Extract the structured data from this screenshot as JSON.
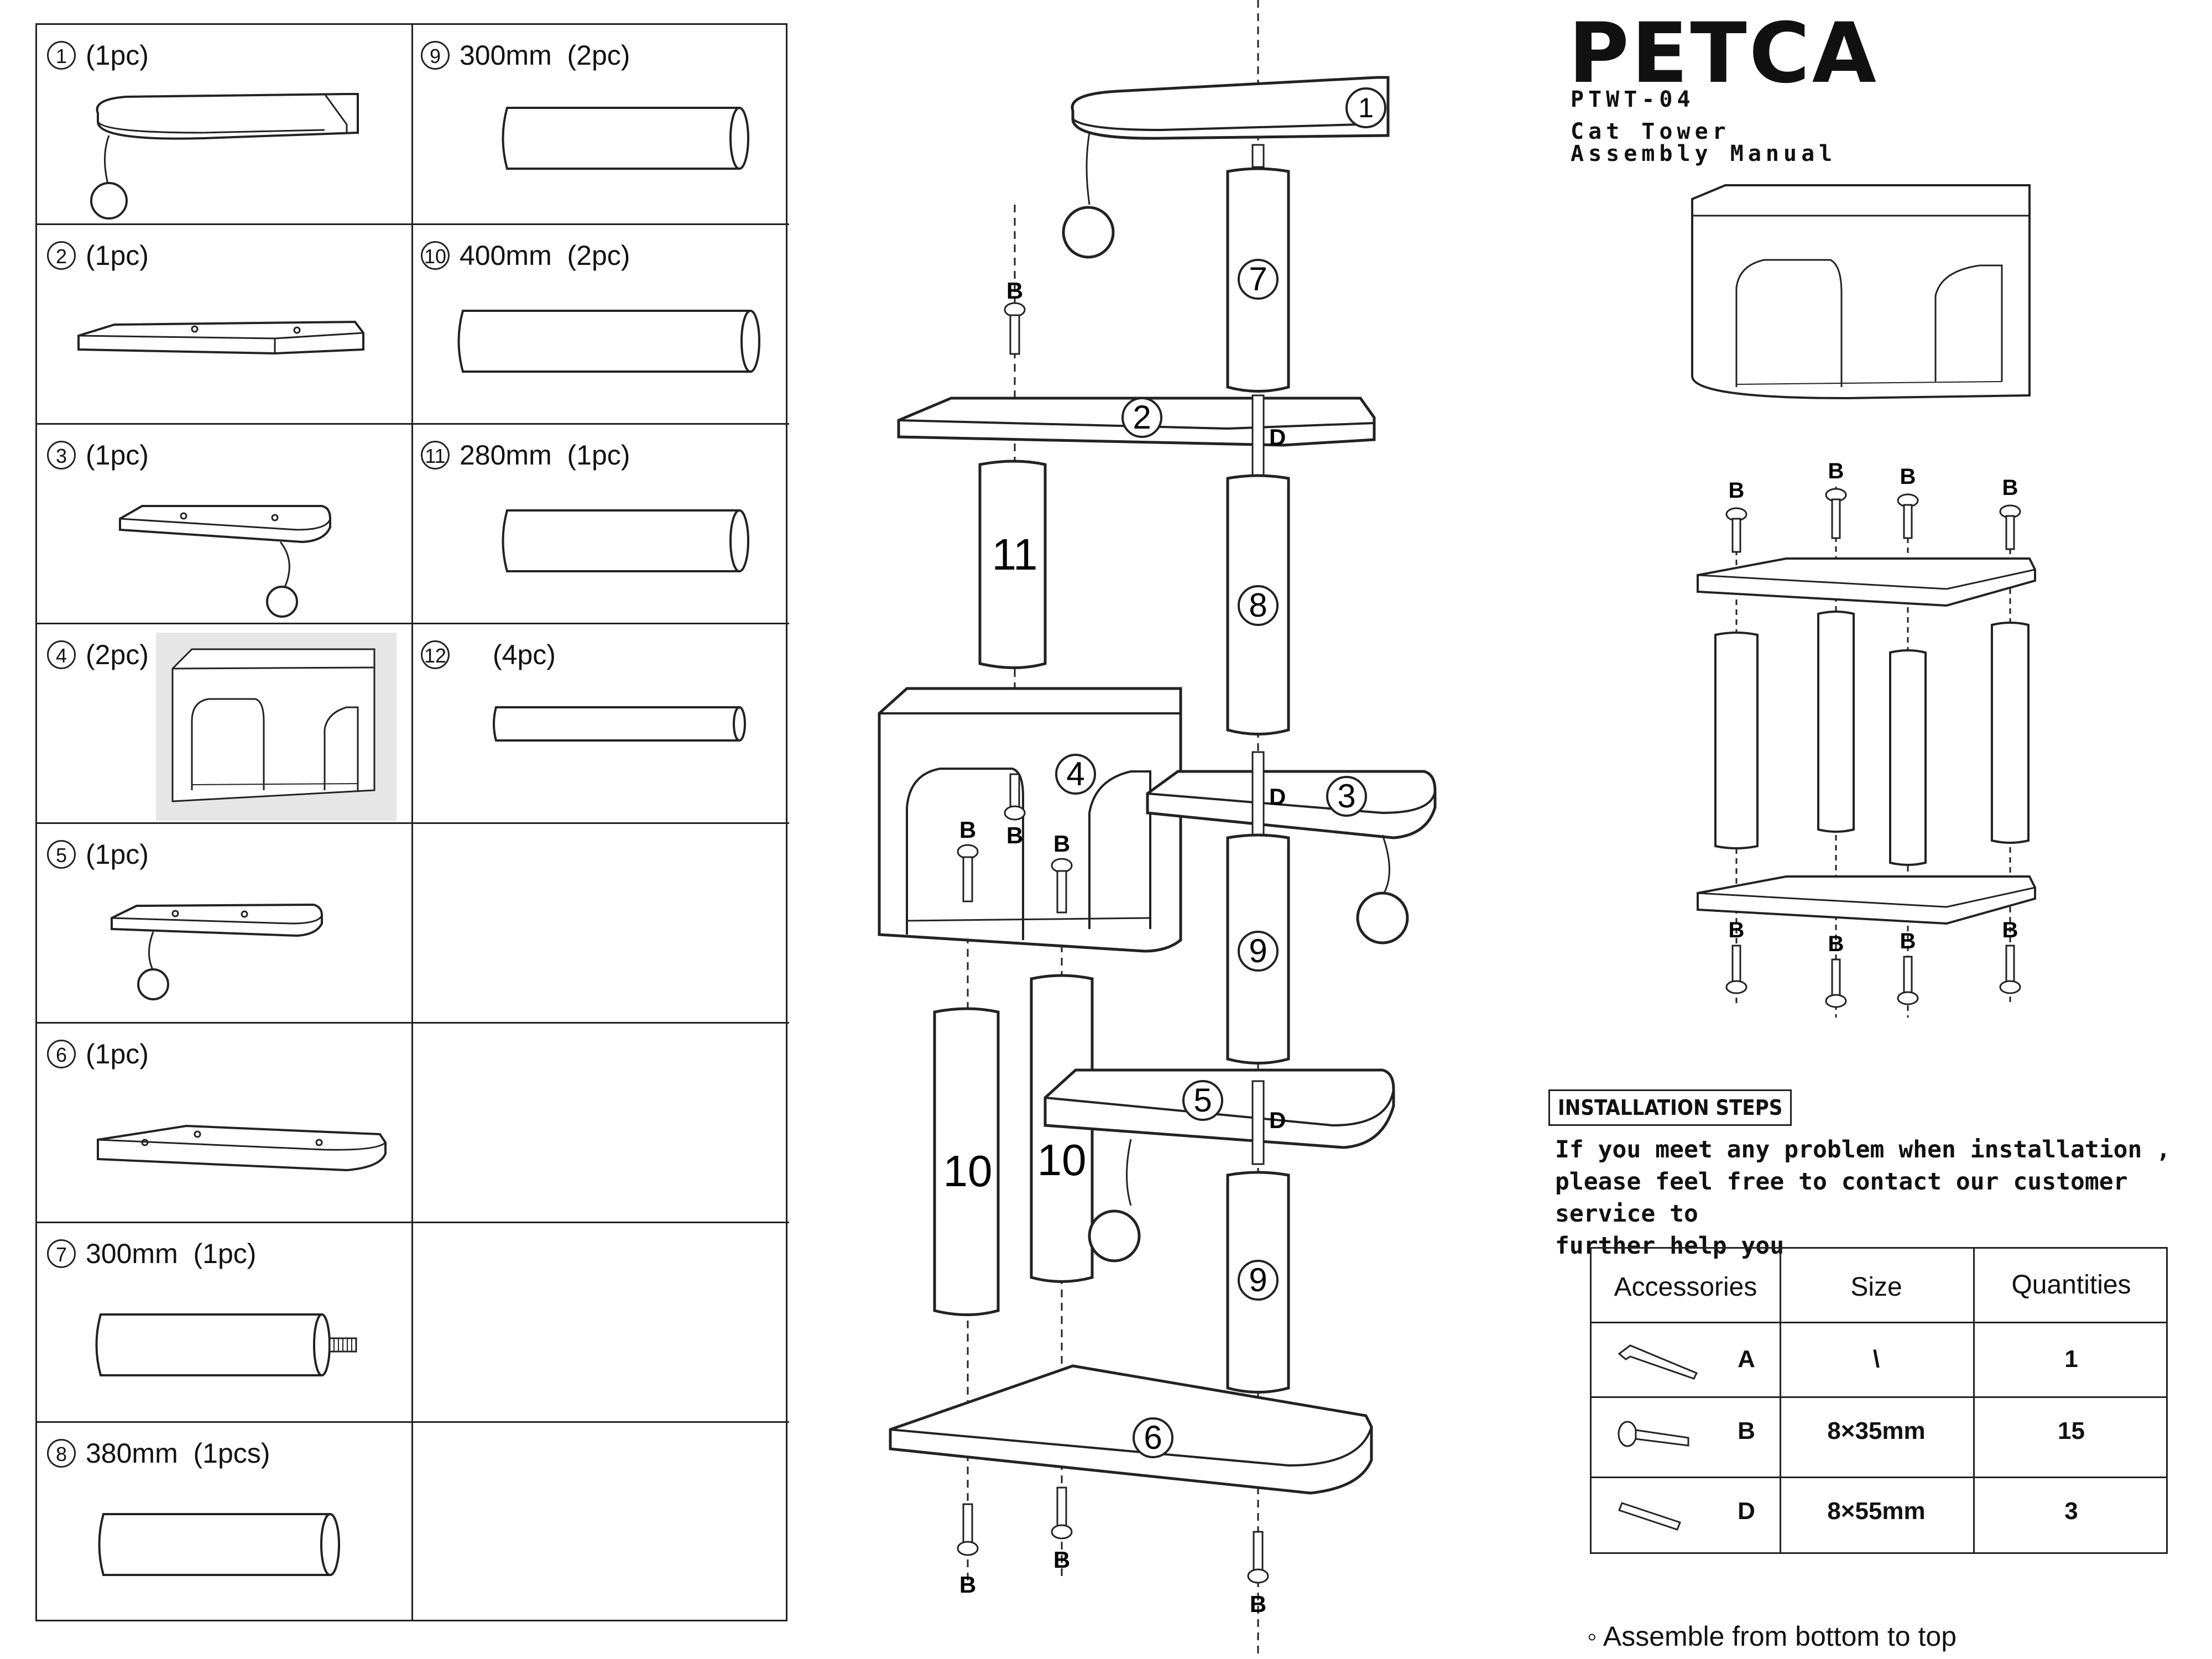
{
  "brand": {
    "logo": "PETCA",
    "model": "PTWT-04",
    "title_line1": "Cat Tower",
    "title_line2": "Assembly Manual"
  },
  "parts": [
    {
      "num": "1",
      "label": "(1pc)"
    },
    {
      "num": "9",
      "label": "300mm  (2pc)"
    },
    {
      "num": "2",
      "label": "(1pc)"
    },
    {
      "num": "10",
      "label": "400mm  (2pc)"
    },
    {
      "num": "3",
      "label": "(1pc)"
    },
    {
      "num": "11",
      "label": "280mm  (1pc)"
    },
    {
      "num": "4",
      "label": "(2pc)"
    },
    {
      "num": "12",
      "label": "(4pc)"
    },
    {
      "num": "5",
      "label": "(1pc)"
    },
    {
      "num": "6",
      "label": "(1pc)"
    },
    {
      "num": "7",
      "label": "300mm  (1pc)"
    },
    {
      "num": "8",
      "label": "380mm  (1pcs)"
    }
  ],
  "diagram_labels": {
    "b": "B",
    "d": "D",
    "n1": "1",
    "n2": "2",
    "n3": "3",
    "n4": "4",
    "n5": "5",
    "n6": "6",
    "n7": "7",
    "n8": "8",
    "n9": "9",
    "n10": "10",
    "n11": "11"
  },
  "installation": {
    "badge": "INSTALLATION STEPS",
    "note": "If you meet any problem when installation ,\nplease feel free to contact our customer service to\nfurther help you"
  },
  "accessories": {
    "headers": [
      "Accessories",
      "Size",
      "Quantities"
    ],
    "rows": [
      {
        "code": "A",
        "size": "\\",
        "qty": "1"
      },
      {
        "code": "B",
        "size": "8×35mm",
        "qty": "15"
      },
      {
        "code": "D",
        "size": "8×55mm",
        "qty": "3"
      }
    ]
  },
  "footer_note": "◦ Assemble from bottom to top"
}
